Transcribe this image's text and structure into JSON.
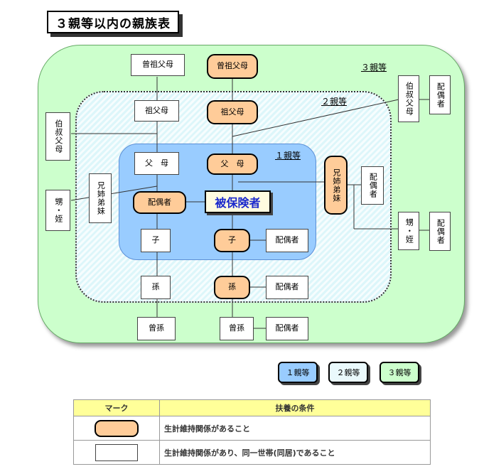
{
  "title": "３親等以内の親族表",
  "zones": {
    "z3": "３親等",
    "z2": "２親等",
    "z1": "１親等"
  },
  "nodes": {
    "great_grandparents_side": "曾祖父母",
    "great_grandparents": "曾祖父母",
    "grandparents_side": "祖父母",
    "grandparents": "祖父母",
    "parents_side": "父　母",
    "parents": "父　母",
    "uncle_aunt_left": "伯叔父母",
    "uncle_aunt_right": "伯叔父母",
    "uncle_aunt_right_spouse": "配偶者",
    "nephew_left": "甥・姪",
    "siblings_left": "兄姉弟妹",
    "siblings_right": "兄姉弟妹",
    "siblings_right_spouse": "配偶者",
    "nephew_right": "甥・姪",
    "nephew_right_spouse": "配偶者",
    "spouse": "配偶者",
    "self": "被保険者",
    "child_side": "子",
    "child": "子",
    "child_spouse": "配偶者",
    "grandchild_side": "孫",
    "grandchild": "孫",
    "grandchild_spouse": "配偶者",
    "great_grandchild_side": "曾孫",
    "great_grandchild": "曾孫",
    "great_grandchild_spouse": "配偶者"
  },
  "legend": [
    "１親等",
    "２親等",
    "３親等"
  ],
  "conditions": {
    "header_mark": "マーク",
    "header_cond": "扶養の条件",
    "rows": [
      {
        "mark": "rounded",
        "text": "生計維持関係があること"
      },
      {
        "mark": "square",
        "text": "生計維持関係があり、同一世帯(同居)であること"
      }
    ]
  },
  "colors": {
    "zone3": "#ccffcc",
    "zone2": "#ddf6fa",
    "zone1": "#99ccff",
    "mark": "#ffcc99",
    "header": "#ffff99",
    "self_text": "#1a28cc"
  }
}
